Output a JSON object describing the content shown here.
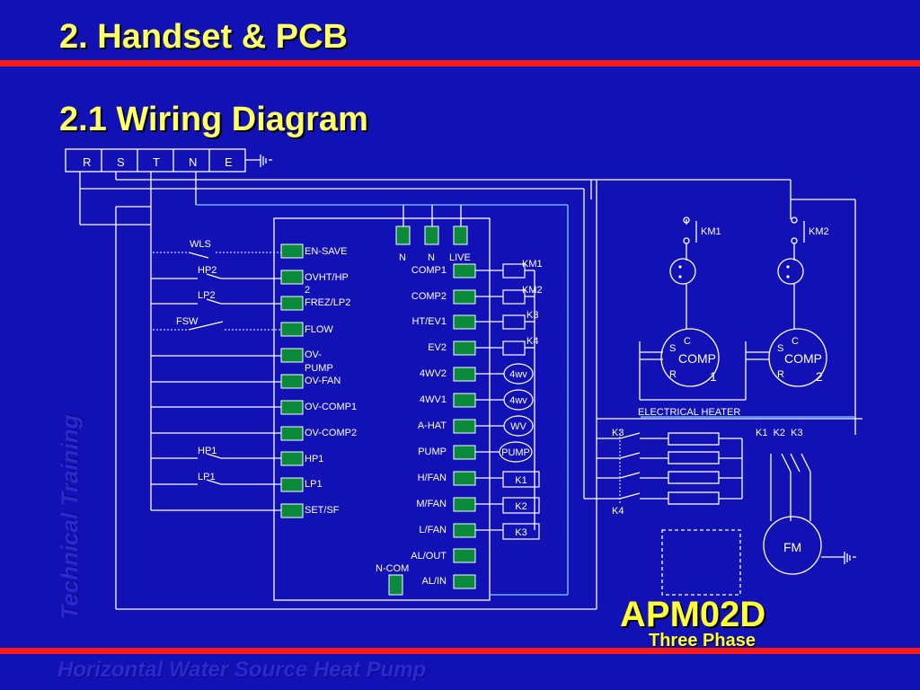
{
  "slide": {
    "title": "2. Handset & PCB",
    "subtitle": "2.1 Wiring Diagram",
    "model": "APM02D",
    "model_sub": "Three Phase",
    "watermark_side": "Technical Training",
    "watermark_bottom": "Horizontal Water Source Heat Pump",
    "colors": {
      "background": "#1111b6",
      "title": "#ffff66",
      "rule": "#ff1a1a",
      "terminal": "#0a8a3a",
      "wire": "#ffffff",
      "accent_wire": "#7fd0ff"
    }
  },
  "terminal_block": {
    "labels": [
      "R",
      "S",
      "T",
      "N",
      "E"
    ]
  },
  "switches": {
    "wls": "WLS",
    "hp2": "HP2",
    "lp2": "LP2",
    "fsw": "FSW",
    "hp1": "HP1",
    "lp1": "LP1"
  },
  "pcb_left": [
    "EN-SAVE",
    "OVHT/HP\n2",
    "FREZ/LP2",
    "FLOW",
    "OV-\nPUMP",
    "OV-FAN",
    "OV-COMP1",
    "OV-COMP2",
    "HP1",
    "LP1",
    "SET/SF"
  ],
  "pcb_top": {
    "n1": "N",
    "n2": "N",
    "live": "LIVE"
  },
  "pcb_right": [
    "COMP1",
    "COMP2",
    "HT/EV1",
    "EV2",
    "4WV2",
    "4WV1",
    "A-HAT",
    "PUMP",
    "H/FAN",
    "M/FAN",
    "L/FAN",
    "AL/OUT",
    "AL/IN"
  ],
  "pcb_ncom": "N-COM",
  "outputs": {
    "relays": [
      "KM1",
      "KM2",
      "K3",
      "K4"
    ],
    "circles": [
      "4wv",
      "4wv",
      "WV",
      "PUMP"
    ],
    "boxes": [
      "K1",
      "K2",
      "K3"
    ]
  },
  "power": {
    "km1": "KM1",
    "km2": "KM2",
    "comp1": {
      "label1": "COMP",
      "label2": "1",
      "c": "C",
      "s": "S",
      "r": "R"
    },
    "comp2": {
      "label1": "COMP",
      "label2": "2",
      "c": "C",
      "s": "S",
      "r": "R"
    },
    "heater": "ELECTRICAL HEATER",
    "k3": "K3",
    "k4": "K4",
    "k1k2k3": "K1  K2  K3",
    "fm": "FM"
  }
}
